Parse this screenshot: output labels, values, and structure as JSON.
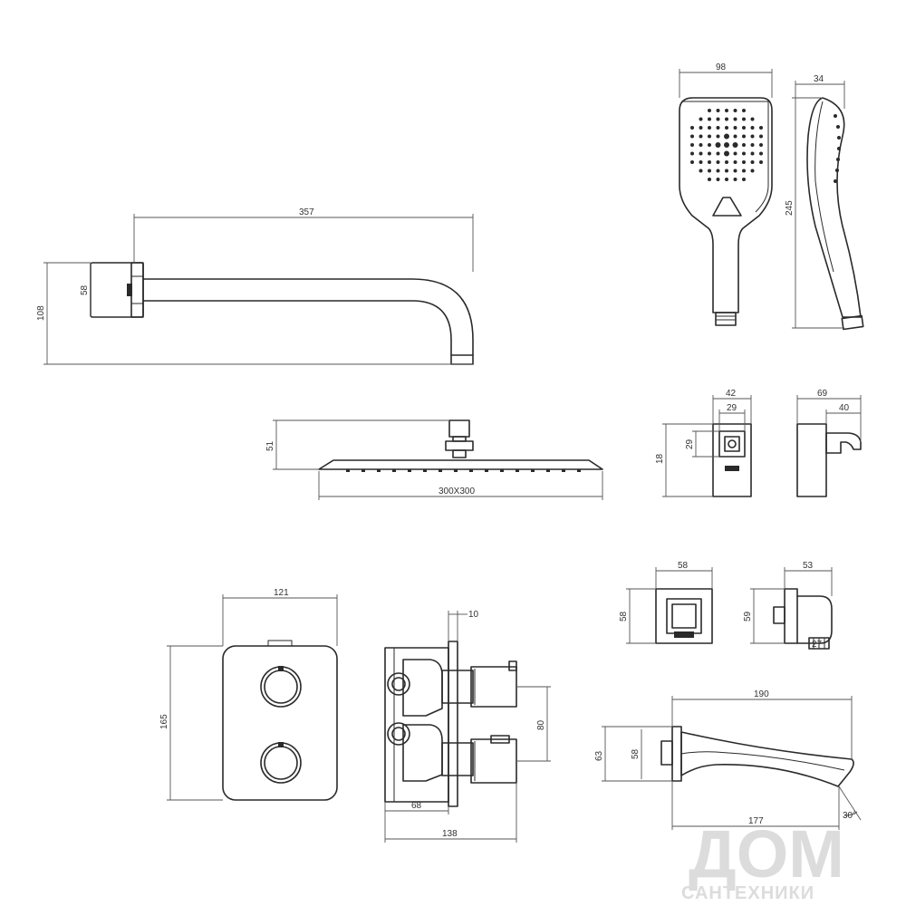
{
  "dimensions": {
    "shower_arm": {
      "length": "357",
      "flange_height": "58",
      "total_drop": "108"
    },
    "hand_shower": {
      "width": "98",
      "depth": "34",
      "length": "245"
    },
    "overhead_shower": {
      "height": "51",
      "size": "300X300"
    },
    "holder_outlet": {
      "width": "42",
      "inner_width": "29",
      "inner_height": "29",
      "height": "18"
    },
    "holder_side": {
      "depth": "69",
      "hook_depth": "40"
    },
    "thermostat_plate": {
      "width": "121",
      "height": "165"
    },
    "thermostat_body": {
      "plate_gap": "10",
      "spindle_spacing": "80",
      "body_depth": "68",
      "total_depth": "138"
    },
    "wall_outlet_front": {
      "width": "58",
      "height": "58"
    },
    "wall_outlet_side": {
      "depth": "53",
      "height": "59",
      "thread": "27"
    },
    "spout": {
      "length": "190",
      "outer_height": "63",
      "flange_height": "58",
      "projection": "177",
      "angle": "30°"
    }
  },
  "watermark": {
    "top": "ДОМ",
    "bottom": "САНТЕХНИКИ"
  }
}
